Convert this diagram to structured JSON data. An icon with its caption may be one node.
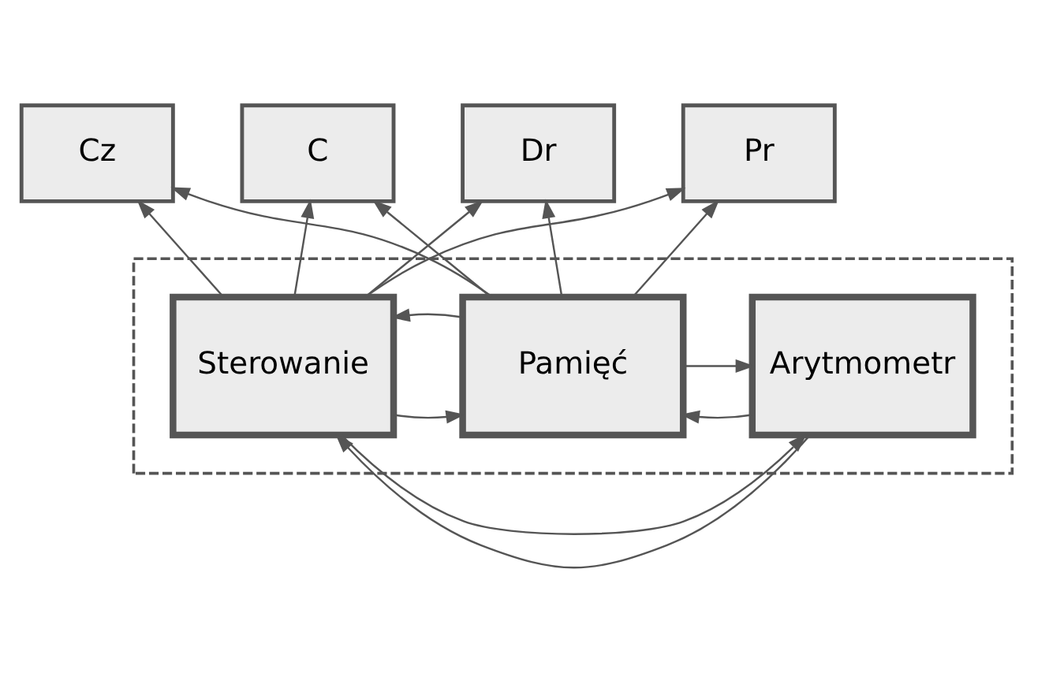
{
  "diagram": {
    "nodes": [
      {
        "text": [
          "Cz"
        ]
      },
      {
        "text": [
          "C"
        ]
      },
      {
        "text": [
          "Dr"
        ]
      },
      {
        "text": [
          "Pr"
        ]
      },
      {
        "text": [],
        "shape": "box"
      },
      {
        "text": [
          "Pamięć"
        ],
        "in": 4
      },
      {
        "text": [
          "Arytmometr"
        ],
        "in": 4
      },
      {
        "text": [
          "Sterowanie"
        ],
        "in": 4
      }
    ],
    "edges": [
      {
        "from": 5,
        "to": 0,
        "arrow": "to"
      },
      {
        "from": 5,
        "to": 1,
        "arrow": "to"
      },
      {
        "from": 5,
        "to": 2,
        "arrow": "to"
      },
      {
        "from": 5,
        "to": 3,
        "arrow": "to"
      },
      {
        "from": 7,
        "to": 3,
        "arrow": "to"
      },
      {
        "from": 7,
        "to": 2,
        "arrow": "to"
      },
      {
        "from": 7,
        "to": 1,
        "arrow": "to"
      },
      {
        "from": 7,
        "to": 0,
        "arrow": "to"
      },
      {
        "from": 5,
        "to": 6,
        "arrow": "to"
      },
      {
        "from": 6,
        "to": 5,
        "arrow": "to"
      },
      {
        "from": 7,
        "to": 6,
        "arrow": "to"
      },
      {
        "from": 6,
        "to": 7,
        "arrow": "to"
      },
      {
        "from": 5,
        "to": 7,
        "arrow": "to"
      },
      {
        "from": 7,
        "to": 5,
        "arrow": "to"
      }
    ]
  }
}
